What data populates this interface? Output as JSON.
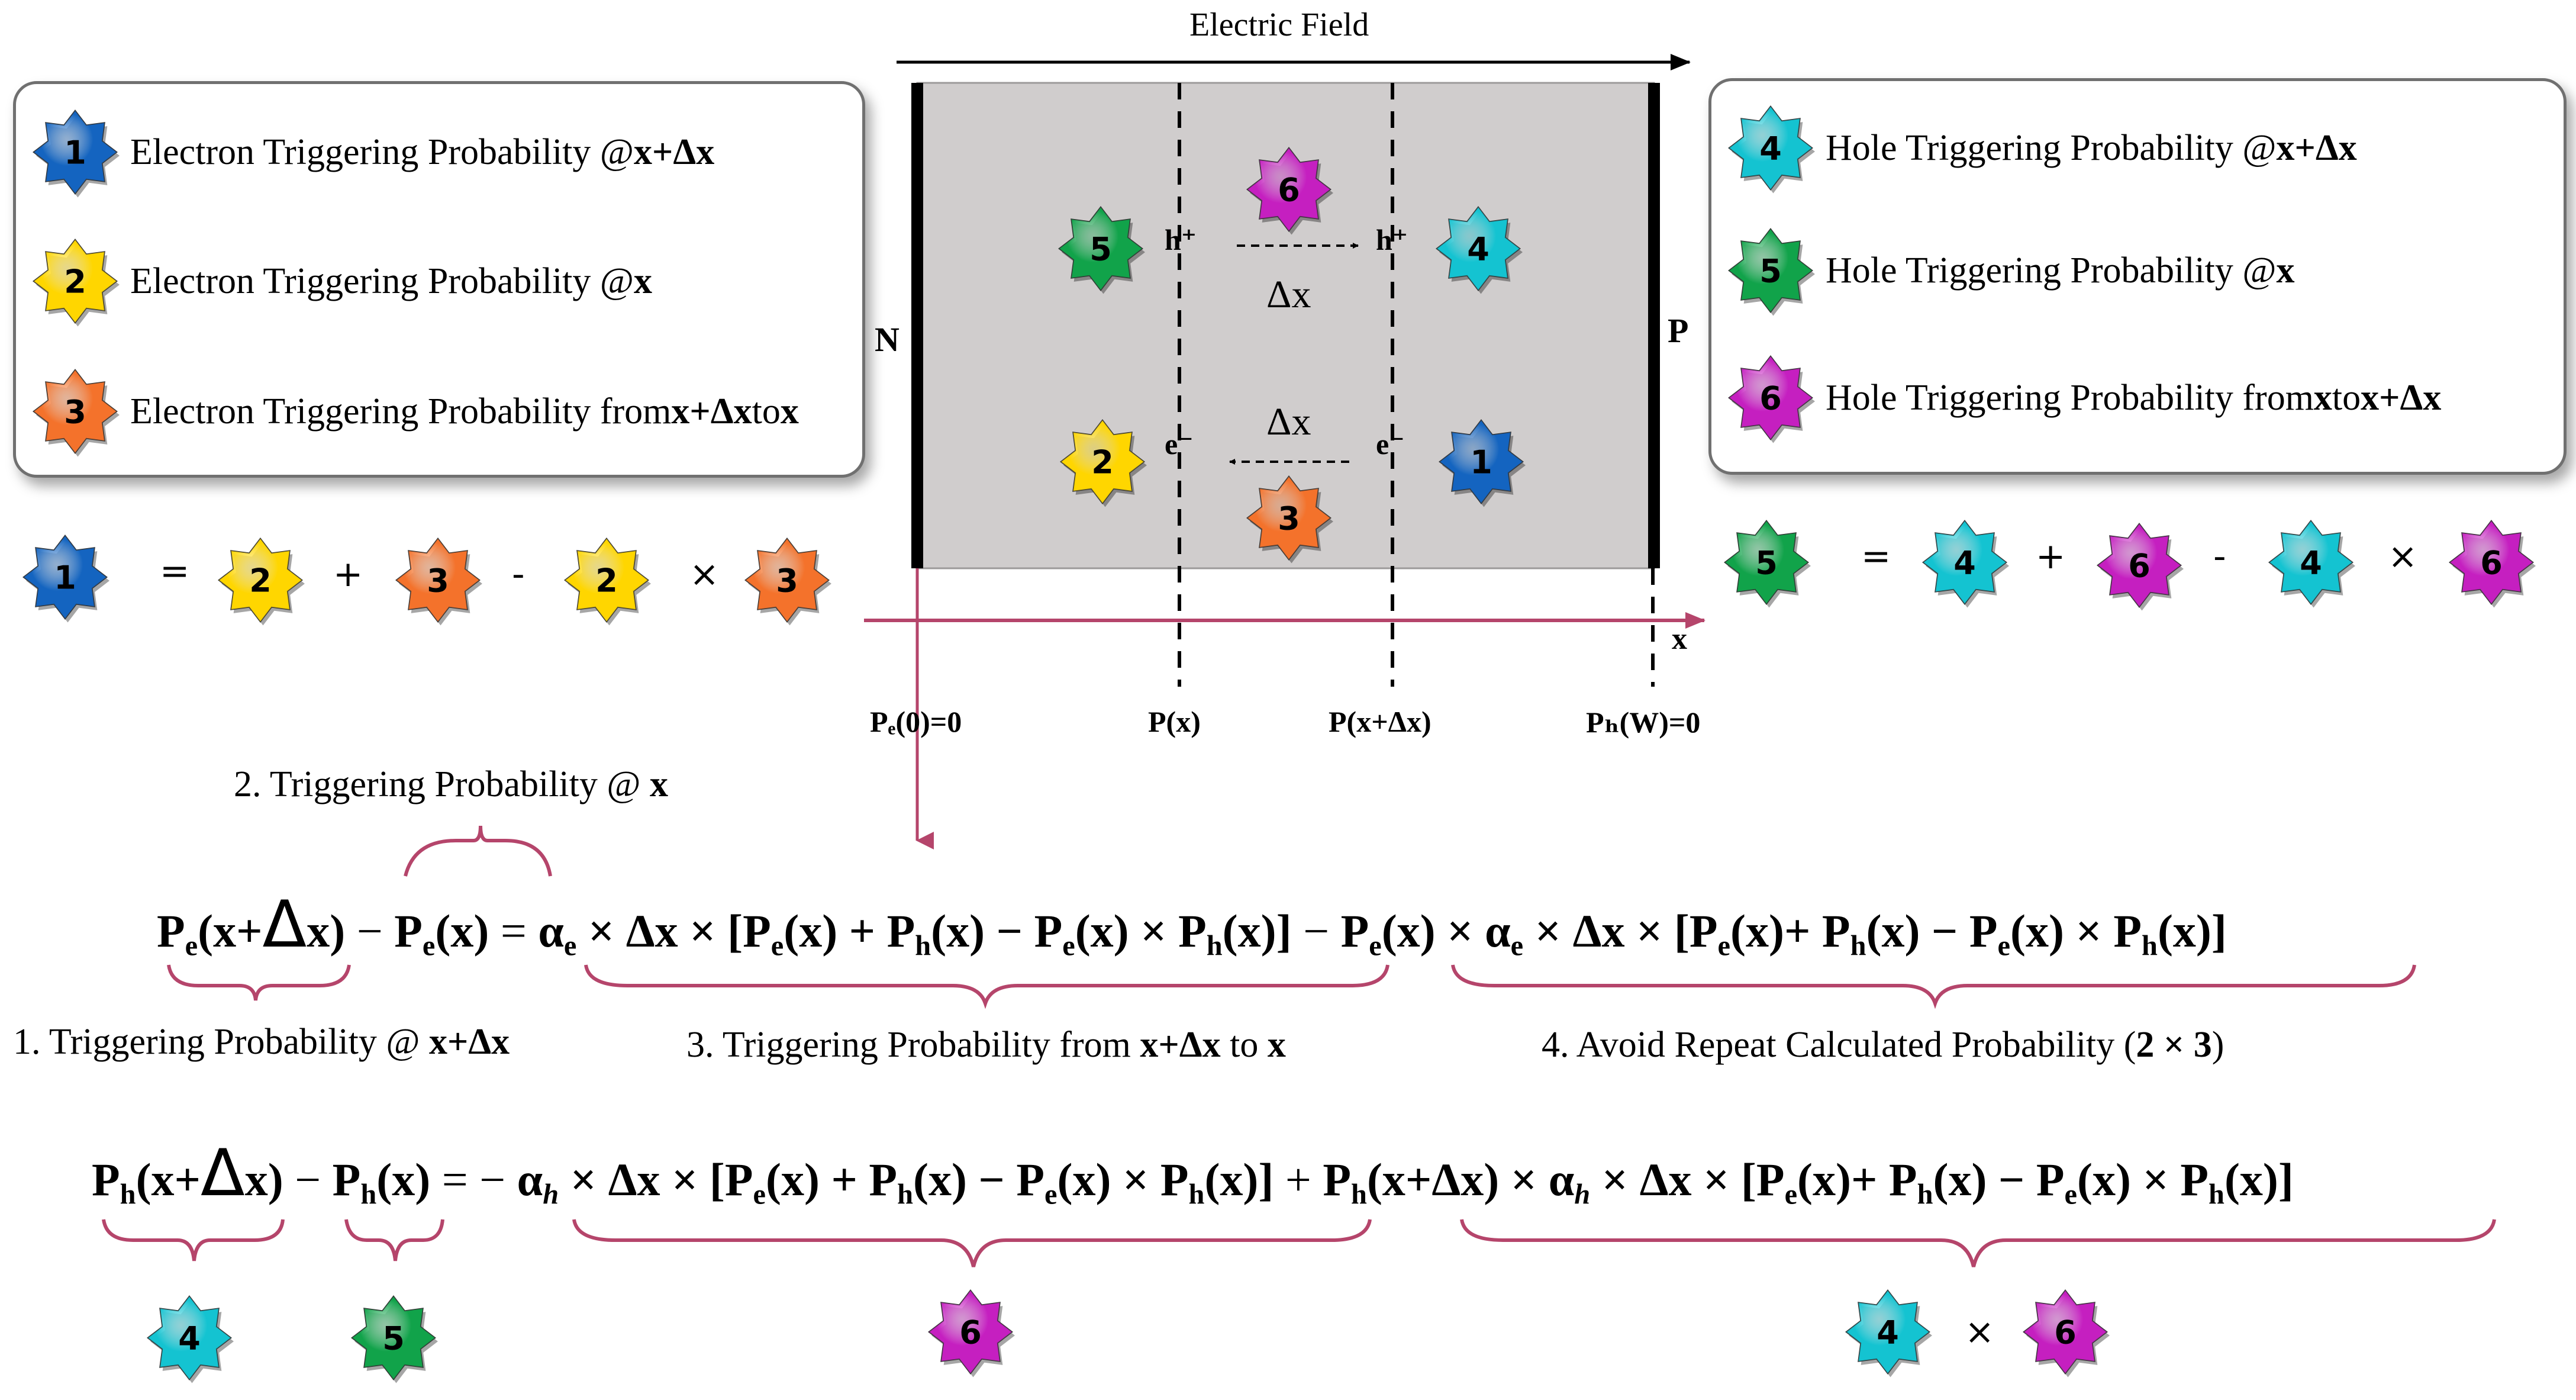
{
  "diagram": {
    "field_label": "Electric Field",
    "n_label": "N",
    "p_label": "P",
    "x_axis_label": "x",
    "dx_top": "Δx",
    "dx_bottom": "Δx",
    "h_left": "h⁺",
    "h_right": "h⁺",
    "e_left": "e⁻",
    "e_right": "e⁻",
    "axis_labels": {
      "pe0": "Pₑ(0)=0",
      "px": "P(x)",
      "pxdx": "P(x+Δx)",
      "phw": "Pₕ(W)=0"
    }
  },
  "legend_left": [
    {
      "num": "1",
      "color": "blue",
      "text": "Electron Triggering Probability @ ",
      "bold": "x+Δx",
      "tail": "",
      "bold2": ""
    },
    {
      "num": "2",
      "color": "yellow",
      "text": "Electron Triggering Probability @ ",
      "bold": "x",
      "tail": "",
      "bold2": ""
    },
    {
      "num": "3",
      "color": "orange",
      "text": "Electron Triggering Probability from ",
      "bold": "x+Δx",
      "tail": " to ",
      "bold2": "x"
    }
  ],
  "legend_right": [
    {
      "num": "4",
      "color": "cyan",
      "text": "Hole Triggering Probability @ ",
      "bold": "x+Δx",
      "tail": "",
      "bold2": ""
    },
    {
      "num": "5",
      "color": "green",
      "text": "Hole Triggering Probability @ ",
      "bold": "x",
      "tail": "",
      "bold2": ""
    },
    {
      "num": "6",
      "color": "magenta",
      "text": "Hole Triggering Probability from ",
      "bold": "x",
      "tail": " to ",
      "bold2": "x+Δx"
    }
  ],
  "formula_left": {
    "equals": "=",
    "plus": "+",
    "minus": "-",
    "times": "×"
  },
  "formula_right": {
    "equals": "=",
    "plus": "+",
    "minus": "-",
    "times": "×"
  },
  "annotations": {
    "tp_at_x": "2. Triggering Probability @ ",
    "tp_at_x_bold": "x",
    "tp_at_xdx": "1. Triggering Probability @ ",
    "tp_at_xdx_bold": "x+Δx",
    "tp_from": "3. Triggering Probability from ",
    "tp_from_b1": "x+Δx",
    "tp_from_mid": " to ",
    "tp_from_b2": "x",
    "avoid": "4. Avoid Repeat Calculated Probability (",
    "avoid_bold": "2 × 3",
    "avoid_end": ")",
    "times_bottom": "×"
  },
  "equation1": {
    "lhs_a": "P",
    "lhs_a_sub": "e",
    "lhs_a_arg": "(x+",
    "lhs_delta": "Δ",
    "lhs_a_end": "x)",
    "minus": " − ",
    "lhs_b": "P",
    "lhs_b_sub": "e",
    "lhs_b_arg": "(x)",
    "eq": " = ",
    "term1": "α",
    "term1_sub": "e",
    "term1_rest": " × Δx × [P",
    "t1_s1": "e",
    "t1_r1": "(x) + P",
    "t1_s2": "h",
    "t1_r2": "(x) − P",
    "t1_s3": "e",
    "t1_r3": "(x) × P",
    "t1_s4": "h",
    "t1_r4": "(x)]",
    "minus2": " − ",
    "term2": "P",
    "term2_sub": "e",
    "term2_rest": "(x) × ",
    "t2_alpha": "α",
    "t2_alpha_sub": "e",
    "t2_r0": " × Δx × [P",
    "t2_s1": "e",
    "t2_r1": "(x)+ P",
    "t2_s2": "h",
    "t2_r2": "(x) − P",
    "t2_s3": "e",
    "t2_r3": "(x) × P",
    "t2_s4": "h",
    "t2_r4": "(x)]"
  },
  "equation2": {
    "lhs_a": "P",
    "lhs_a_sub": "h",
    "lhs_a_arg": "(x+",
    "lhs_delta": "Δ",
    "lhs_a_end": "x)",
    "minus": " − ",
    "lhs_b": "P",
    "lhs_b_sub": "h",
    "lhs_b_arg": "(x)",
    "eq": " = − ",
    "term1": "α",
    "term1_sub": "h",
    "term1_rest": " × Δx × [P",
    "t1_s1": "e",
    "t1_r1": "(x) + P",
    "t1_s2": "h",
    "t1_r2": "(x) − P",
    "t1_s3": "e",
    "t1_r3": "(x) × P",
    "t1_s4": "h",
    "t1_r4": "(x)]",
    "plus2": " + ",
    "term2": "P",
    "term2_sub": "h",
    "term2_rest": "(x+Δx) × ",
    "t2_alpha": "α",
    "t2_alpha_sub": "h",
    "t2_r0": " × Δx × [P",
    "t2_s1": "e",
    "t2_r1": "(x)+ P",
    "t2_s2": "h",
    "t2_r2": "(x) − P",
    "t2_s3": "e",
    "t2_r3": "(x) × P",
    "t2_s4": "h",
    "t2_r4": "(x)]"
  },
  "star_colors": {
    "blue": "#1565c0",
    "yellow": "#ffd600",
    "orange": "#f4722b",
    "cyan": "#14c4d2",
    "green": "#11a34a",
    "magenta": "#c51fc1"
  },
  "accent_color": "#b5456b"
}
